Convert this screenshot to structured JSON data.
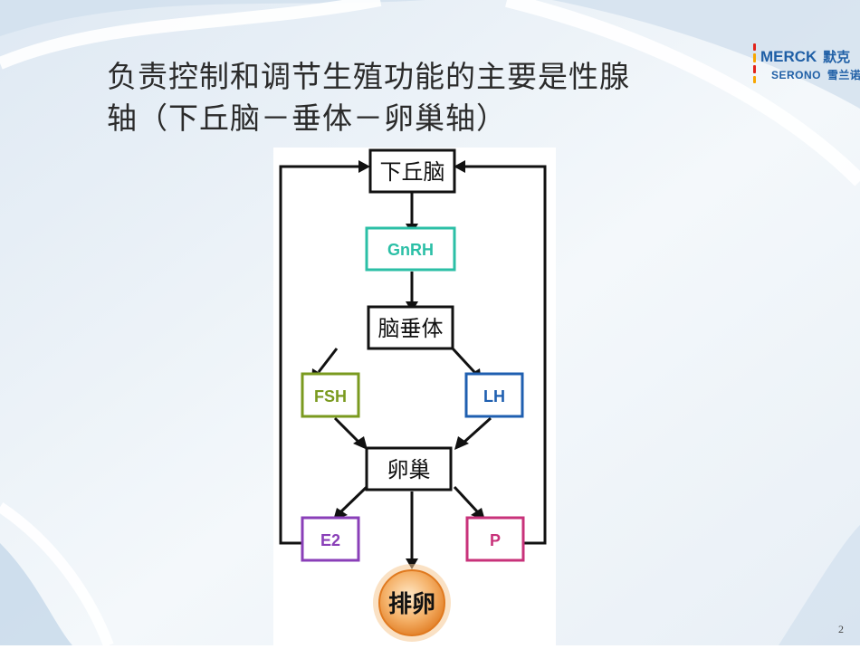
{
  "slide": {
    "title_line1": "负责控制和调节生殖功能的主要是性腺",
    "title_line2": "轴（下丘脑－垂体－卵巢轴）",
    "page_number": "2"
  },
  "logo": {
    "brand_en": "MERCK",
    "brand_cn": "默克",
    "sub_en": "SERONO",
    "sub_cn": "雪兰诺",
    "color": "#1f5fa6",
    "bar_colors": [
      "#e2231a",
      "#f7a600",
      "#e2231a",
      "#f7a600"
    ]
  },
  "diagram": {
    "nodes": {
      "hypothalamus": "下丘脑",
      "gnrh": "GnRH",
      "pituitary": "脑垂体",
      "fsh": "FSH",
      "lh": "LH",
      "ovary": "卵巢",
      "e2": "E2",
      "p": "P",
      "ovulation": "排卵"
    },
    "colors": {
      "black": "#111111",
      "gnrh": "#2bbfa6",
      "fsh": "#7a9a1f",
      "lh": "#1f5fb0",
      "e2": "#8a3fb8",
      "p": "#c8327a",
      "ovulation_fill": "#f2a050",
      "ovulation_ring": "#e07a20"
    }
  }
}
